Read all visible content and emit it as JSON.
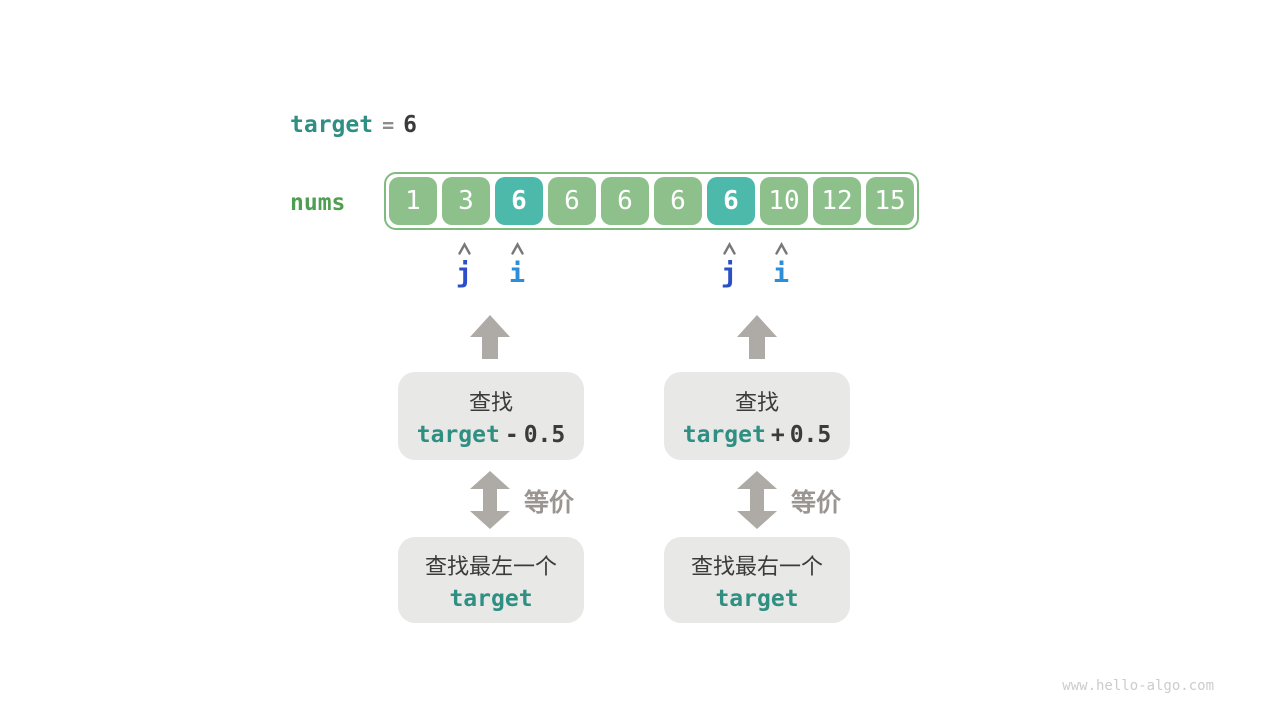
{
  "palette": {
    "teal": "#2e8f82",
    "green_label": "#4f9e51",
    "cell_green": "#8dc08b",
    "cell_teal": "#4cb9ab",
    "array_border": "#7fbb7f",
    "arrow_gray": "#aeaaa6",
    "label_gray": "#9a9590",
    "box_bg": "#e8e8e6",
    "dark_text": "#3b3b3b",
    "equals_gray": "#8c8c8c",
    "j_blue": "#2a4fc9",
    "i_blue": "#2d8dd6",
    "caret_gray": "#787878",
    "watermark_gray": "#cccccc"
  },
  "header": {
    "variable": "target",
    "equals": "=",
    "value": "6"
  },
  "nums": {
    "label": "nums",
    "cells": [
      {
        "value": "1",
        "highlight": false
      },
      {
        "value": "3",
        "highlight": false
      },
      {
        "value": "6",
        "highlight": true
      },
      {
        "value": "6",
        "highlight": false
      },
      {
        "value": "6",
        "highlight": false
      },
      {
        "value": "6",
        "highlight": false
      },
      {
        "value": "6",
        "highlight": true
      },
      {
        "value": "10",
        "highlight": false
      },
      {
        "value": "12",
        "highlight": false
      },
      {
        "value": "15",
        "highlight": false
      }
    ]
  },
  "pointers": {
    "left": {
      "j": "j",
      "i": "i"
    },
    "right": {
      "j": "j",
      "i": "i"
    }
  },
  "flow": {
    "left": {
      "search_label": "查找",
      "expr_keyword": "target",
      "expr_operator": "-",
      "expr_operand": "0.5",
      "equiv_label": "等价",
      "result_label": "查找最左一个",
      "result_keyword": "target"
    },
    "right": {
      "search_label": "查找",
      "expr_keyword": "target",
      "expr_operator": "+",
      "expr_operand": "0.5",
      "equiv_label": "等价",
      "result_label": "查找最右一个",
      "result_keyword": "target"
    }
  },
  "watermark": "www.hello-algo.com"
}
